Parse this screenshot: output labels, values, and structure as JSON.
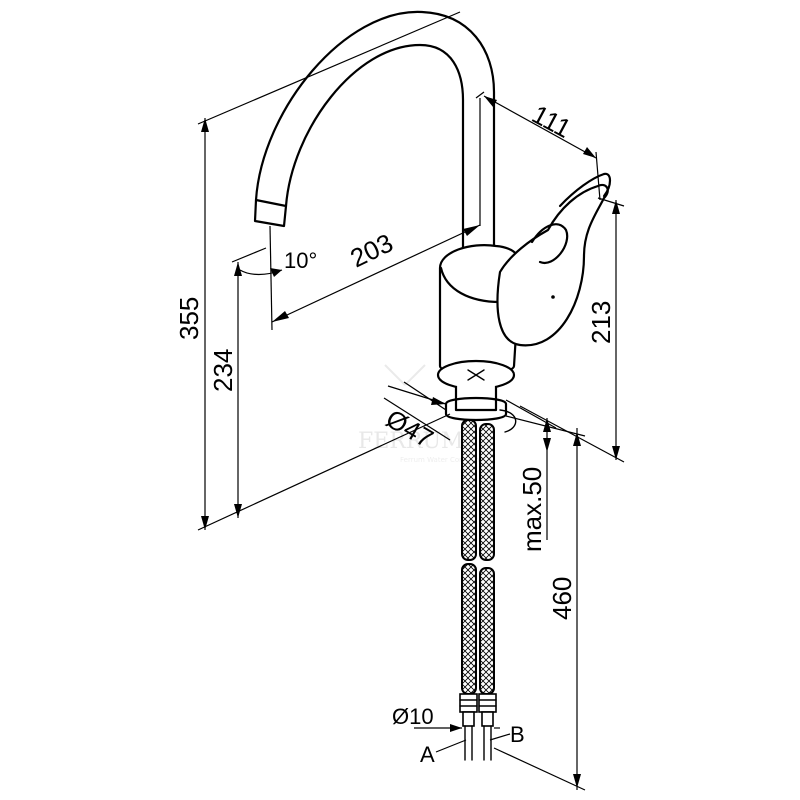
{
  "watermark": {
    "brand": "FERRUM",
    "tagline": "Ferrum Water Company"
  },
  "dimensions": {
    "spout_reach": "111",
    "spout_angle": "10°",
    "spout_length": "203",
    "total_height": "355",
    "spout_height": "234",
    "handle_height": "213",
    "hole_diameter": "Ø47",
    "max_thickness": "max.50",
    "hose_length": "460",
    "hose_diameter": "Ø10"
  },
  "connections": {
    "a": "A",
    "b": "B"
  }
}
